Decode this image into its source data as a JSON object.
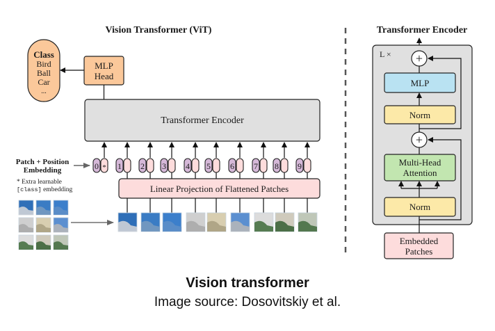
{
  "diagram": {
    "vit_title": "Vision Transformer (ViT)",
    "encoder_title": "Transformer Encoder",
    "class_box": {
      "heading": "Class",
      "items": [
        "Bird",
        "Ball",
        "Car",
        "..."
      ]
    },
    "mlp_head": [
      "MLP",
      "Head"
    ],
    "transformer_encoder_label": "Transformer Encoder",
    "patch_embedding_label": [
      "Patch + Position",
      "Embedding"
    ],
    "extra_note": {
      "line1": "* Extra learnable",
      "code": "[class]",
      "line2_rest": " embedding"
    },
    "tokens": [
      "0",
      "1",
      "2",
      "3",
      "4",
      "5",
      "6",
      "7",
      "8",
      "9"
    ],
    "class_token_marker": "*",
    "linear_projection_label": "Linear Projection of Flattened Patches",
    "patch_count": 9,
    "encoder_block": {
      "repeat_label": "L ×",
      "plus_symbol": "+",
      "mlp": "MLP",
      "norm_top": "Norm",
      "mha": [
        "Multi-Head",
        "Attention"
      ],
      "norm_bottom": "Norm",
      "embedded_patches": [
        "Embedded",
        "Patches"
      ]
    },
    "colors": {
      "orange": "#fbc89a",
      "gray": "#e0e0e0",
      "purple": "#d5b8d8",
      "pink": "#fddcdc",
      "blue": "#b9e2f2",
      "yellow": "#fce9a8",
      "green": "#c2e6b0"
    }
  },
  "caption": {
    "title": "Vision transformer",
    "source": "Image source: Dosovitskiy et al."
  }
}
